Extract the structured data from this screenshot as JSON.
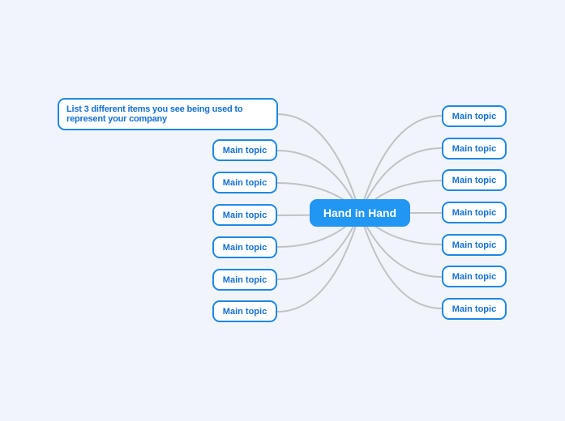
{
  "canvas": {
    "background_color": "#f1f4fb"
  },
  "colors": {
    "central_fill": "#2196f3",
    "central_text": "#ffffff",
    "topic_border": "#1e88e5",
    "topic_text": "#1470d4",
    "connector": "#c0c2c7"
  },
  "central_topic": {
    "label": "Hand in Hand"
  },
  "left_branch": {
    "topics": [
      {
        "label": "List 3 different items you see being used to represent your company"
      },
      {
        "label": "Main topic"
      },
      {
        "label": "Main topic"
      },
      {
        "label": "Main topic"
      },
      {
        "label": "Main topic"
      },
      {
        "label": "Main topic"
      },
      {
        "label": "Main topic"
      }
    ]
  },
  "right_branch": {
    "topics": [
      {
        "label": "Main topic"
      },
      {
        "label": "Main topic"
      },
      {
        "label": "Main topic"
      },
      {
        "label": "Main topic"
      },
      {
        "label": "Main topic"
      },
      {
        "label": "Main topic"
      },
      {
        "label": "Main topic"
      }
    ]
  }
}
